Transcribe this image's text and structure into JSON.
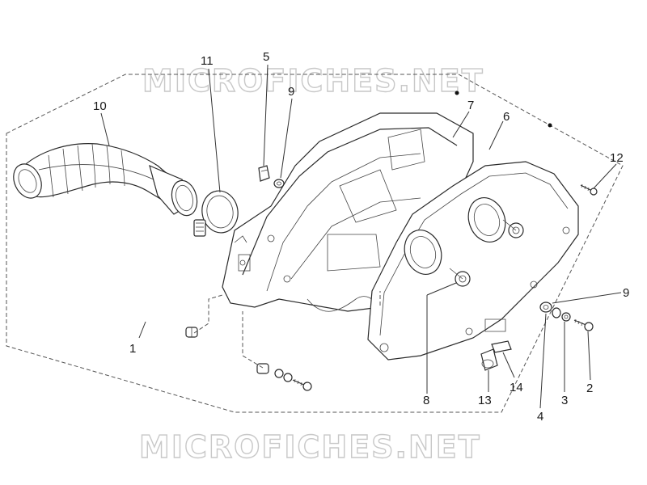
{
  "watermark": {
    "top": "MICROFICHES.NET",
    "bottom": "MICROFICHES.NET"
  },
  "callouts": {
    "c1": "1",
    "c2": "2",
    "c3": "3",
    "c4": "4",
    "c5": "5",
    "c6": "6",
    "c7": "7",
    "c8": "8",
    "c9a": "9",
    "c9b": "9",
    "c10": "10",
    "c11": "11",
    "c12": "12",
    "c13": "13",
    "c14": "14"
  },
  "colors": {
    "line": "#2a2a2a",
    "watermark": "#c8c8c8",
    "background": "#ffffff"
  }
}
